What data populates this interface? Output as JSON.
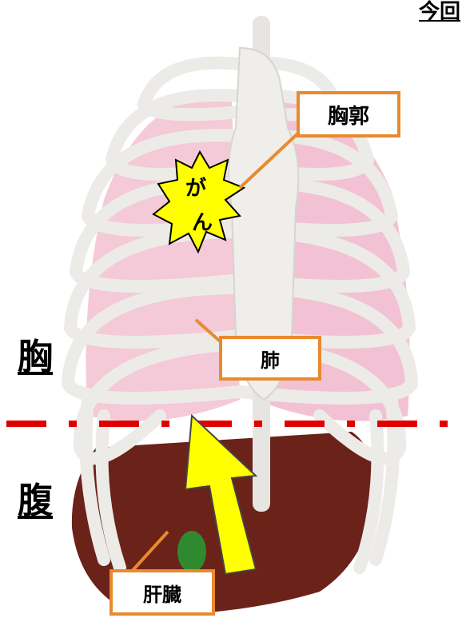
{
  "title": "今回",
  "labels": {
    "chest": "胸",
    "abdomen": "腹"
  },
  "callouts": {
    "thorax": "胸郭",
    "lung": "肺",
    "liver": "肝臓"
  },
  "effect": {
    "line1": "が",
    "line2": "ん"
  },
  "colors": {
    "callout_border": "#e88a2e",
    "divider": "#e00000",
    "arrow": "#ffff00",
    "lung": "#f2c6d6",
    "liver": "#6b2218",
    "bone": "#ecebe8"
  }
}
